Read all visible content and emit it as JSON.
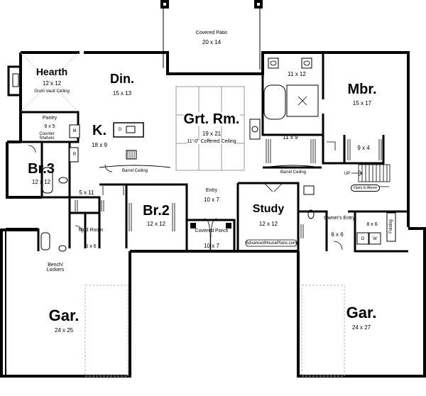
{
  "rooms": {
    "covered_patio": {
      "name": "Covered Patio",
      "size": "20 x 14"
    },
    "hearth": {
      "name": "Hearth",
      "size": "12 x 12",
      "note": "Groin Vault Ceiling"
    },
    "dining": {
      "name": "Din.",
      "size": "15 x 13"
    },
    "great_room": {
      "name": "Grt. Rm.",
      "size": "19 x 21",
      "note": "11'-0\" Coffered Ceiling"
    },
    "master_bath": {
      "size": "11 x 12"
    },
    "master_closet": {
      "size": "11 x 9"
    },
    "master_bedroom": {
      "name": "Mbr.",
      "size": "15 x 17"
    },
    "pantry": {
      "name": "Pantry",
      "size": "9 x 5",
      "note": "Counter Shelves"
    },
    "kitchen": {
      "name": "K.",
      "size": "18 x 9"
    },
    "closet_9x4": {
      "size": "9 x 4"
    },
    "bedroom_3": {
      "name": "Br.3",
      "size": "12 x 12"
    },
    "bath_5x11": {
      "size": "5 x 11"
    },
    "bedroom_2": {
      "name": "Br.2",
      "size": "12 x 12"
    },
    "entry": {
      "name": "Entry",
      "size": "10 x 7"
    },
    "study": {
      "name": "Study",
      "size": "12 x 12"
    },
    "laundry": {
      "size": "8 x 6"
    },
    "mud_room": {
      "name": "Mud Room",
      "size": "5 x 6"
    },
    "covered_porch": {
      "name": "Covered Porch",
      "size": "10 x 7"
    },
    "owners_entry": {
      "name": "Owner's Entry",
      "size": "6 x 6"
    },
    "garage_left": {
      "name": "Gar.",
      "size": "24 x 25"
    },
    "garage_right": {
      "name": "Gar.",
      "size": "24 x 27"
    }
  },
  "labels": {
    "barrel_ceiling_left": "Barrel Ceiling",
    "barrel_ceiling_right": "Barrel Ceiling",
    "bench_lockers": "Bench/ Lockers",
    "up": "UP",
    "open_to_above": "Open to Above",
    "folding": "Folding",
    "fixture_m": "M",
    "fixture_r": "R",
    "fixture_d": "D",
    "fixture_w": "W",
    "kitchen_d": "D",
    "watermark": "AdvancedHousePlans.com"
  }
}
